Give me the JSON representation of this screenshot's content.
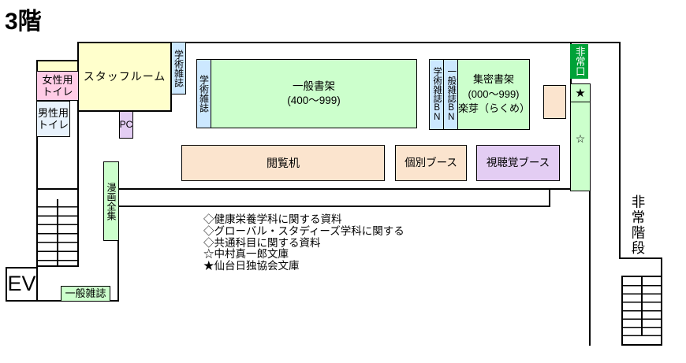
{
  "title": "3階",
  "rooms": {
    "staff_room": "スタッフルーム",
    "womens_toilet": "女性用\nトイレ",
    "mens_toilet": "男性用\nトイレ",
    "pc_corner": "PC",
    "academic_journals_a": "学術雑誌",
    "academic_journals_b": "学術雑誌",
    "general_shelves": "一般書架\n(400～999)",
    "academic_journals_bn": "学術雑誌BN",
    "general_magazines_bn": "一般雑誌BN",
    "compact_shelves": "集密書架\n(000～999)\n楽芽（らくめ）",
    "emergency_exit": "非常口",
    "reading_desks": "閲覧机",
    "individual_booth": "個別ブース",
    "av_booth": "視聴覚ブース",
    "manga_collection": "漫画全集",
    "general_magazines": "一般雑誌",
    "elevator": "EV",
    "emergency_stairs": "非常階段",
    "star_filled": "★",
    "star_open": "☆"
  },
  "legend": {
    "items": [
      "◇健康栄養学科に関する資料",
      "◇グローバル・スタディーズ学科に関する",
      "◇共通科目に関する資料",
      "☆中村真一郎文庫",
      "★仙台日独協会文庫"
    ]
  },
  "colors": {
    "staff_room": "#FFFFCC",
    "womens_toilet": "#FFCCE6",
    "mens_toilet": "#E8F2FC",
    "journal_strip": "#CCE8FF",
    "shelf_green": "#CCFFCC",
    "desk_peach": "#FBE4CE",
    "booth_lavender": "#E3CDF3",
    "emergency_exit_green": "#00A238",
    "wall": "#000000"
  }
}
